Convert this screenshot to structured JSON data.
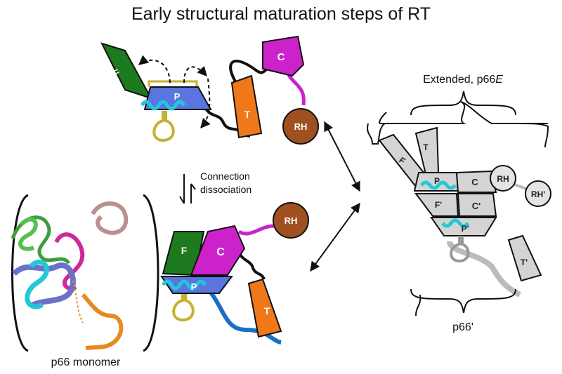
{
  "title": "Early structural maturation steps of RT",
  "labels": {
    "connection_line1": "Connection",
    "connection_line2": "dissociation",
    "extended_prefix": "Extended, p66",
    "extended_italic": "E",
    "p66_prime": "p66'",
    "p66_monomer": "p66 monomer"
  },
  "domains": {
    "fingers": "F",
    "palm": "P",
    "thumb": "T",
    "connection": "C",
    "rnase_h": "RH",
    "fingers_prime": "F'",
    "palm_prime": "P'",
    "thumb_prime": "T'",
    "connection_prime": "C'",
    "rnase_h_prime": "RH'"
  },
  "colors": {
    "fingers": "#1e7a1e",
    "palm": "#5a74e0",
    "thumb": "#f07818",
    "connection": "#cc22cc",
    "rnase_h": "#a05020",
    "helix": "#22c8d8",
    "loop": "#c8b030",
    "linker_blue": "#1a6ec8",
    "grey": "#d4d4d4"
  }
}
